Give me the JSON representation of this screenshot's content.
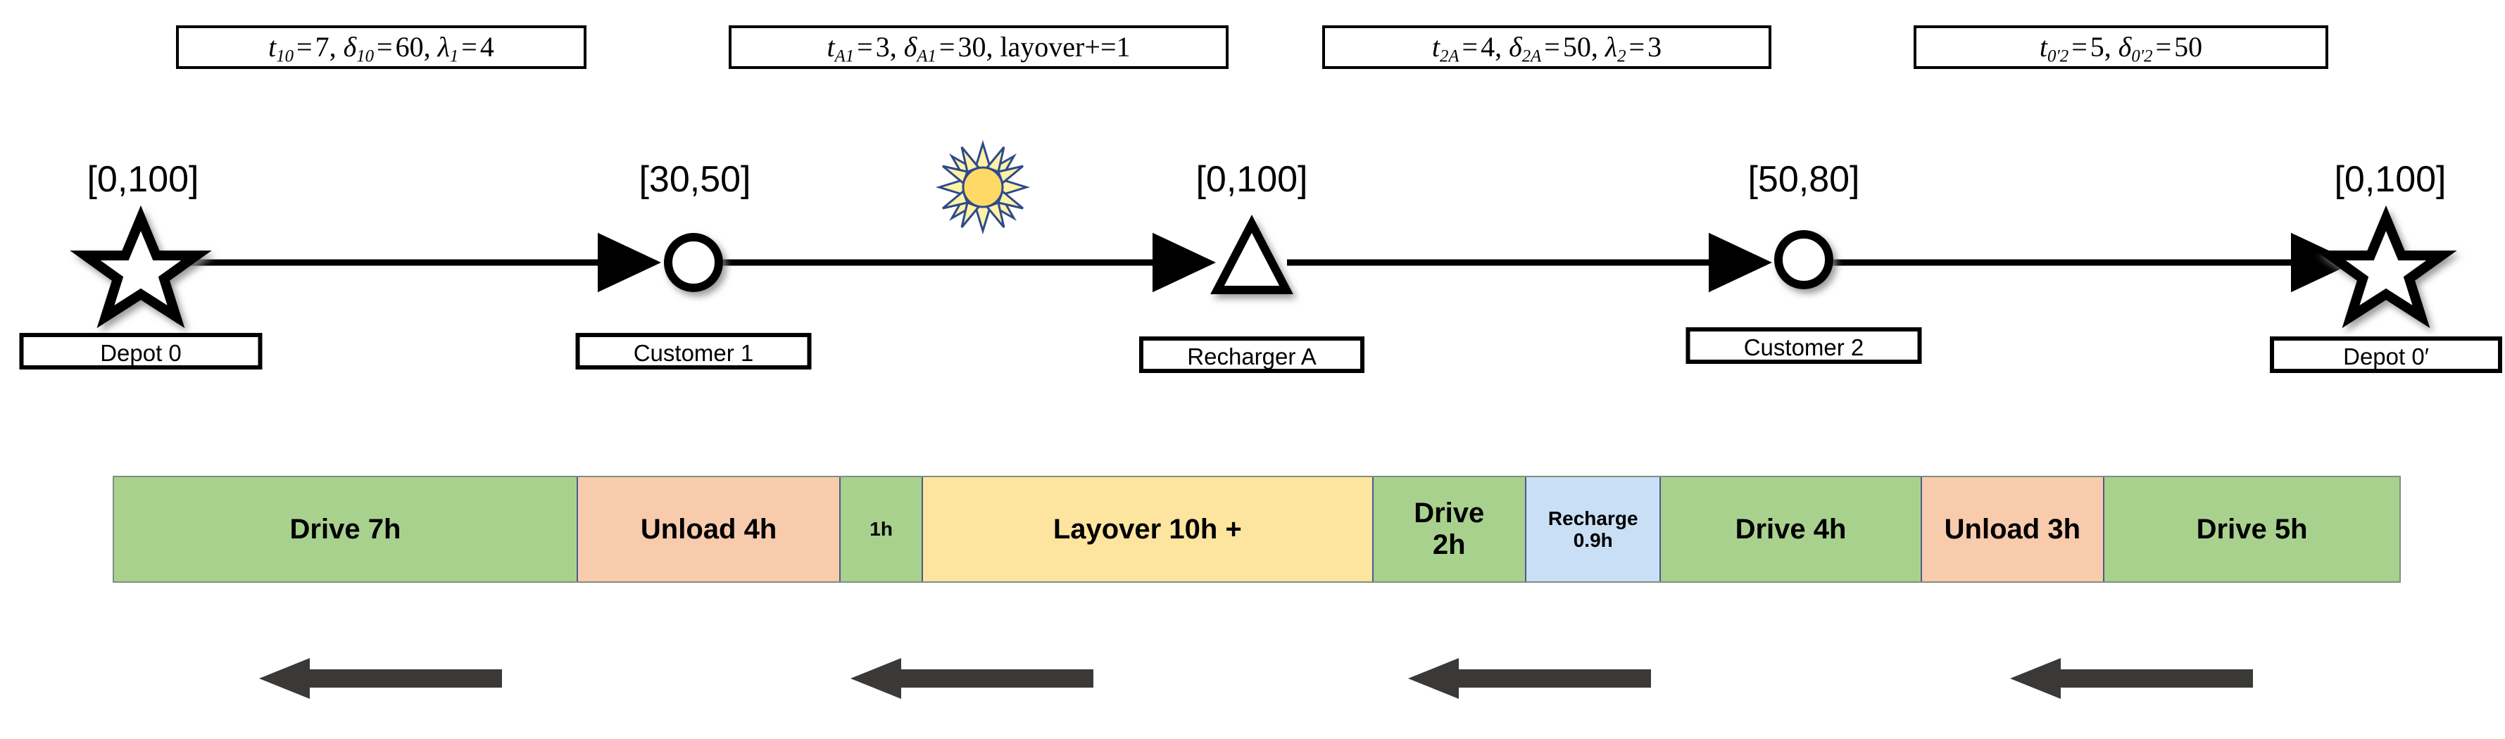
{
  "formulas": [
    {
      "id": "f-10",
      "name": "formula-t10",
      "text": "t₁₀ = 7, δ₁₀ = 60, λ₁ = 4",
      "parts": {
        "t": "t",
        "tsub": "10",
        "tval": "7",
        "d": "δ",
        "dsub": "10",
        "dval": "60",
        "l": "λ",
        "lsub": "1",
        "lval": "4"
      }
    },
    {
      "id": "f-A1",
      "name": "formula-tA1",
      "text": "t_A1 = 3, δ_A1 = 30, layover+=1",
      "parts": {
        "t": "t",
        "tsub": "A1",
        "tval": "3",
        "d": "δ",
        "dsub": "A1",
        "dval": "30",
        "extra": "layover+=1"
      }
    },
    {
      "id": "f-2A",
      "name": "formula-t2A",
      "text": "t_2A = 4, δ_2A = 50, λ₂ = 3",
      "parts": {
        "t": "t",
        "tsub": "2A",
        "tval": "4",
        "d": "δ",
        "dsub": "2A",
        "dval": "50",
        "l": "λ",
        "lsub": "2",
        "lval": "3"
      }
    },
    {
      "id": "f-02",
      "name": "formula-t0p2",
      "text": "t_0′2 = 5, δ_0′2 = 50",
      "parts": {
        "t": "t",
        "tsub": "0′2",
        "tval": "5",
        "d": "δ",
        "dsub": "0′2",
        "dval": "50"
      }
    }
  ],
  "nodes": [
    {
      "id": "depot0",
      "label": "Depot 0",
      "time_window": "[0,100]",
      "shape": "star"
    },
    {
      "id": "customer1",
      "label": "Customer 1",
      "time_window": "[30,50]",
      "shape": "circle"
    },
    {
      "id": "rechargerA",
      "label": "Recharger A",
      "time_window": "[0,100]",
      "shape": "triangle"
    },
    {
      "id": "customer2",
      "label": "Customer 2",
      "time_window": "[50,80]",
      "shape": "circle"
    },
    {
      "id": "depot0p",
      "label": "Depot 0′",
      "time_window": "[0,100]",
      "shape": "star"
    }
  ],
  "weather_icon": {
    "name": "sun-icon",
    "fill": "#FFD966",
    "stroke": "#2E4A8B"
  },
  "timeline": {
    "segments": [
      {
        "label": "Drive 7h",
        "type": "drive",
        "hours": 7,
        "color": "#A9D18E",
        "width_pct": 20.3,
        "font": 40
      },
      {
        "label": "Unload 4h",
        "type": "unload",
        "hours": 4,
        "color": "#F8CBAD",
        "width_pct": 11.5,
        "font": 40
      },
      {
        "label": "1h",
        "type": "drive",
        "hours": 1,
        "color": "#A9D18E",
        "width_pct": 3.6,
        "font": 28
      },
      {
        "label": "Layover 10h +",
        "type": "layover",
        "hours": 10,
        "color": "#FDE5A0",
        "width_pct": 19.7,
        "font": 40
      },
      {
        "label": "Drive\n2h",
        "type": "drive",
        "hours": 2,
        "color": "#A9D18E",
        "width_pct": 6.7,
        "font": 40
      },
      {
        "label": "Recharge\n0.9h",
        "type": "recharge",
        "hours": 0.9,
        "color": "#C9DFF5",
        "width_pct": 5.9,
        "font": 28
      },
      {
        "label": "Drive 4h",
        "type": "drive",
        "hours": 4,
        "color": "#A9D18E",
        "width_pct": 11.4,
        "font": 40
      },
      {
        "label": "Unload 3h",
        "type": "unload",
        "hours": 3,
        "color": "#F8CBAD",
        "width_pct": 8.0,
        "font": 40
      },
      {
        "label": "Drive 5h",
        "type": "drive",
        "hours": 5,
        "color": "#A9D18E",
        "width_pct": 12.9,
        "font": 40
      }
    ],
    "border_color": "#4A5B8C"
  },
  "back_arrows": {
    "color": "#3B3838",
    "count": 4,
    "direction": "left"
  },
  "colors": {
    "drive": "#A9D18E",
    "unload": "#F8CBAD",
    "layover": "#FDE5A0",
    "recharge": "#C9DFF5",
    "arrow": "#3B3838",
    "edge": "#000000"
  }
}
